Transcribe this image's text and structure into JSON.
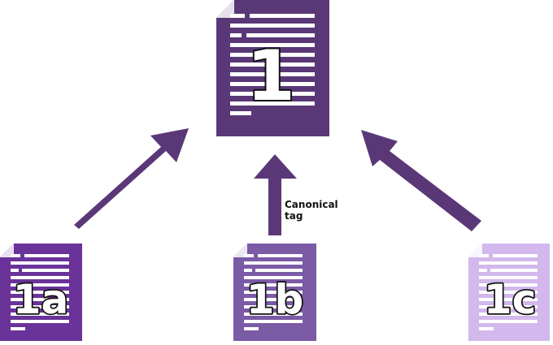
{
  "colors": {
    "main_doc": "#5a3878",
    "arrow": "#5a3878",
    "doc_1a": "#6a3399",
    "doc_1b": "#7b5aa6",
    "doc_1c": "#d2b8ec",
    "lines": "#ffffff"
  },
  "main_document": {
    "label": "1"
  },
  "duplicates": [
    {
      "label": "1a"
    },
    {
      "label": "1b"
    },
    {
      "label": "1c"
    }
  ],
  "arrows": {
    "left_label": "Canonical tag",
    "middle_label_line1": "Canonical",
    "middle_label_line2": "tag",
    "right_label": "Canonical tag"
  },
  "icons": [
    "document-icon",
    "arrow-icon"
  ]
}
